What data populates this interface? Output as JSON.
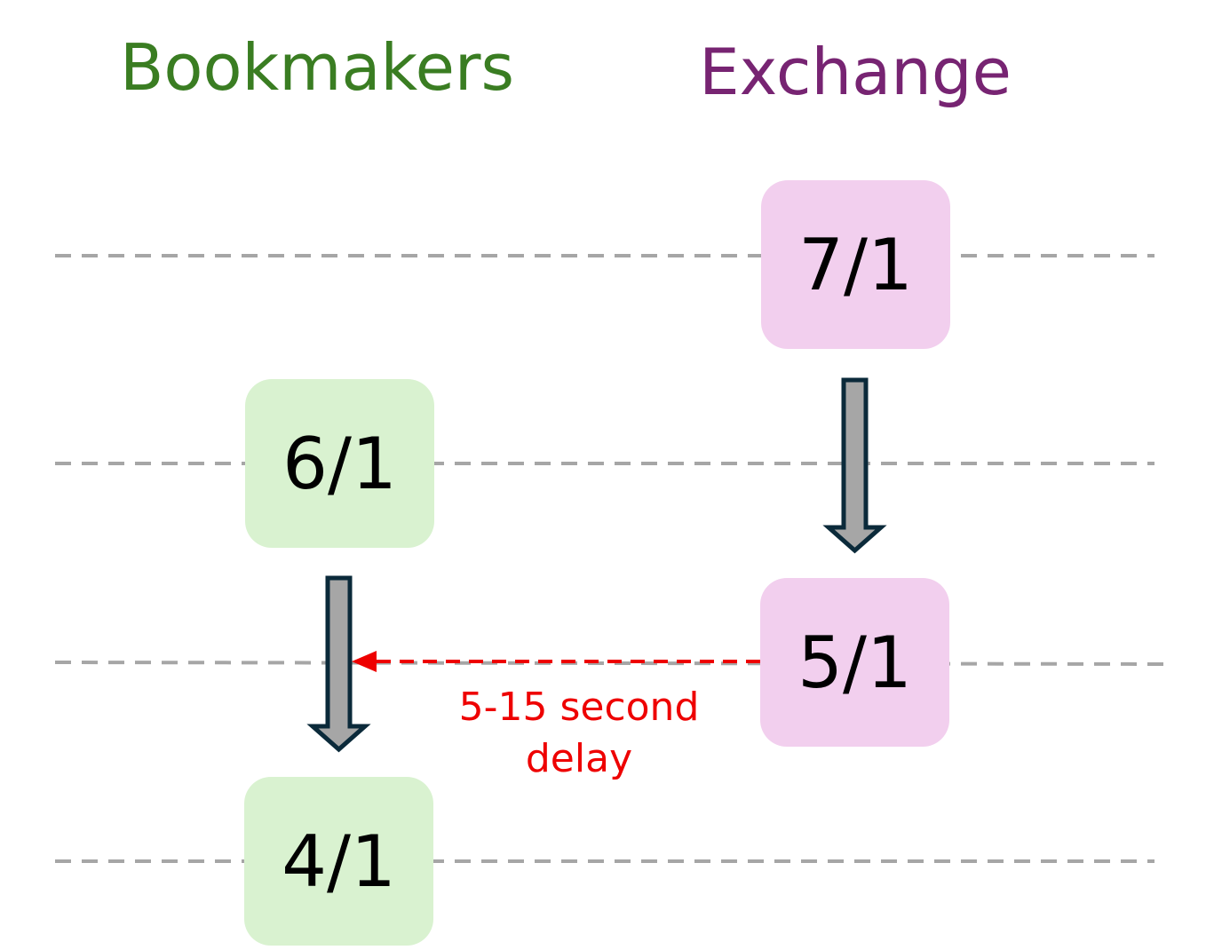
{
  "columns": {
    "bookmakers": {
      "title": "Bookmakers",
      "color": "#3a7d22"
    },
    "exchange": {
      "title": "Exchange",
      "color": "#772472"
    }
  },
  "colors": {
    "bookmaker_box": "#d9f2d0",
    "exchange_box": "#f2cfee",
    "price_line": "#a6a6a6",
    "arrow_fill": "#a6a6a6",
    "arrow_stroke": "#0b2a3a",
    "delay": "#ee0000"
  },
  "exchange_odds": [
    "7/1",
    "5/1"
  ],
  "bookmaker_odds": [
    "6/1",
    "4/1"
  ],
  "delay_label": [
    "5-15 second",
    "delay"
  ]
}
